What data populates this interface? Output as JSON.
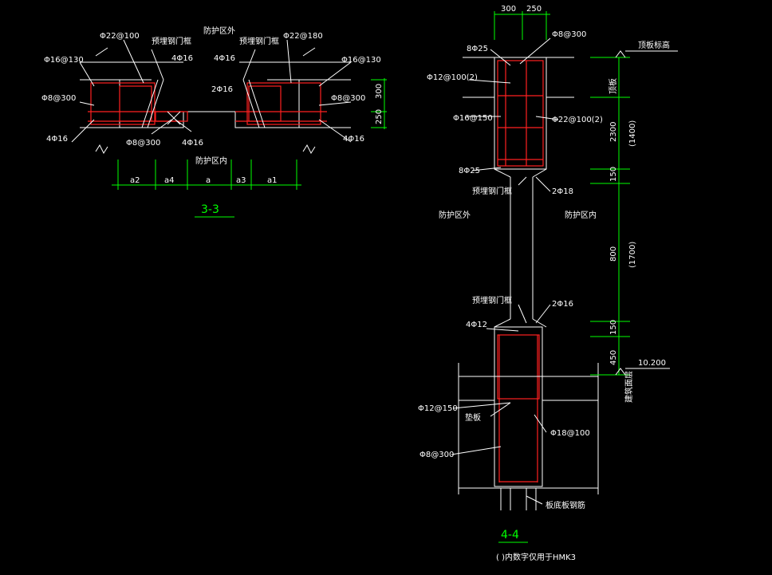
{
  "section_33": {
    "title": "3-3",
    "zone_outside": "防护区外",
    "zone_inside": "防护区内",
    "rebar": {
      "top_left": "Φ22@100",
      "top_right": "Φ22@180",
      "left_side_1": "Φ16@130",
      "left_side_2": "Φ8@300",
      "left_bottom": "4Φ16",
      "right_side_1": "Φ16@130",
      "right_side_2": "Φ8@300",
      "right_bottom": "4Φ16",
      "embed_left": "预埋钢门框",
      "embed_right": "预埋钢门框",
      "mid_left": "4Φ16",
      "mid_right": "4Φ16",
      "mid_2": "2Φ16",
      "tie": "Φ8@300",
      "bottom_mid": "4Φ16"
    },
    "dims": {
      "right_top": "300",
      "right_bottom": "250",
      "seg": [
        "a2",
        "a4",
        "a",
        "a3",
        "a1"
      ]
    }
  },
  "section_44": {
    "title": "4-4",
    "note": "( )内数字仅用于HMK3",
    "zone_outside": "防护区外",
    "zone_inside": "防护区内",
    "top_dims": [
      "300",
      "250"
    ],
    "rebar": {
      "top_a": "Φ8@300",
      "b1": "8Φ25",
      "l1": "Φ12@100(2)",
      "l2": "Φ16@150",
      "r1": "Φ22@100(2)",
      "b2": "8Φ25",
      "embed1": "预埋钢门框",
      "r2": "2Φ18",
      "embed2": "预埋钢门框",
      "r3": "2Φ16",
      "l3": "4Φ12",
      "l4": "Φ12@150",
      "plate": "垫板",
      "r4": "Φ18@100",
      "l5": "Φ8@300",
      "bottom": "板底板钢筋"
    },
    "right": {
      "top_label": "顶板标高",
      "slab_label": "顶板",
      "d1": "2300",
      "d1b": "(1400)",
      "d2": "150",
      "d3": "800",
      "d3b": "(1700)",
      "d4": "150",
      "d5": "450",
      "elev": "10.200",
      "floor_label": "建筑面层"
    }
  }
}
